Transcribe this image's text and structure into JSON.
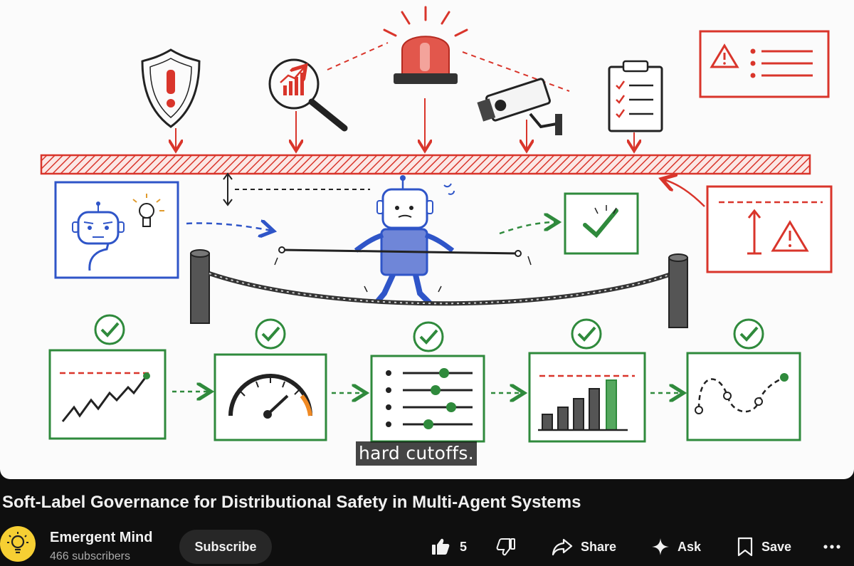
{
  "video": {
    "caption": "hard cutoffs."
  },
  "title": "Soft-Label Governance for Distributional Safety in Multi-Agent Systems",
  "channel": {
    "name": "Emergent Mind",
    "subscribers": "466 subscribers",
    "subscribe_label": "Subscribe",
    "avatar_icon": "lightbulb-icon",
    "avatar_color": "#f6cf33"
  },
  "actions": {
    "like_count": "5",
    "share_label": "Share",
    "ask_label": "Ask",
    "save_label": "Save"
  },
  "colors": {
    "red": "#d9352b",
    "blue": "#2f55c8",
    "green": "#2f8a3c"
  }
}
